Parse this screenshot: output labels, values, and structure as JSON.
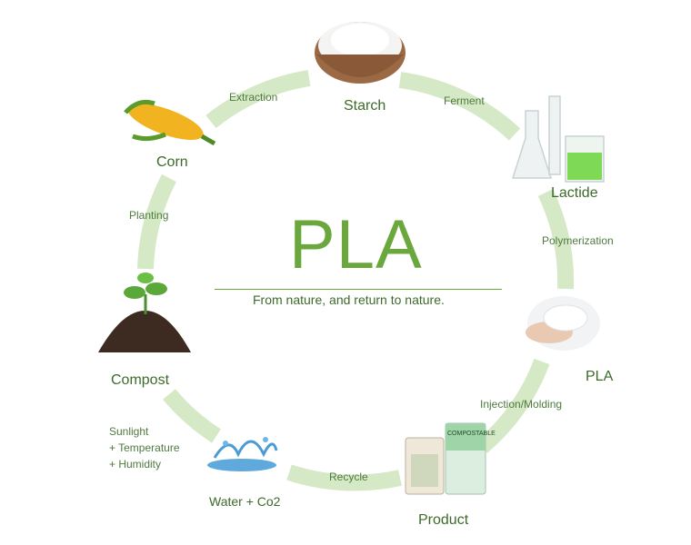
{
  "center": {
    "title": "PLA",
    "subtitle": "From nature, and return to nature."
  },
  "nodes": {
    "starch": "Starch",
    "lactide": "Lactide",
    "pla": "PLA",
    "product": "Product",
    "water": "Water + Co2",
    "compost": "Compost",
    "corn": "Corn"
  },
  "edges": {
    "ferment": "Ferment",
    "polymerization": "Polymerization",
    "injection": "Injection/Molding",
    "recycle": "Recycle",
    "planting": "Planting",
    "extraction": "Extraction",
    "conditions": [
      "Sunlight",
      "+ Temperature",
      "+ Humidity"
    ]
  },
  "product_pack_text": "COMPOSTABLE",
  "colors": {
    "ring": "#d6e9c6",
    "text": "#3d6b2b",
    "accent": "#6aa83d"
  },
  "icons": {
    "starch": "starch-bowl-icon",
    "lactide": "lab-glassware-icon",
    "pla": "pla-pellets-icon",
    "product": "compostable-bag-icon",
    "water": "water-splash-icon",
    "compost": "soil-sprout-icon",
    "corn": "corn-cob-icon"
  }
}
